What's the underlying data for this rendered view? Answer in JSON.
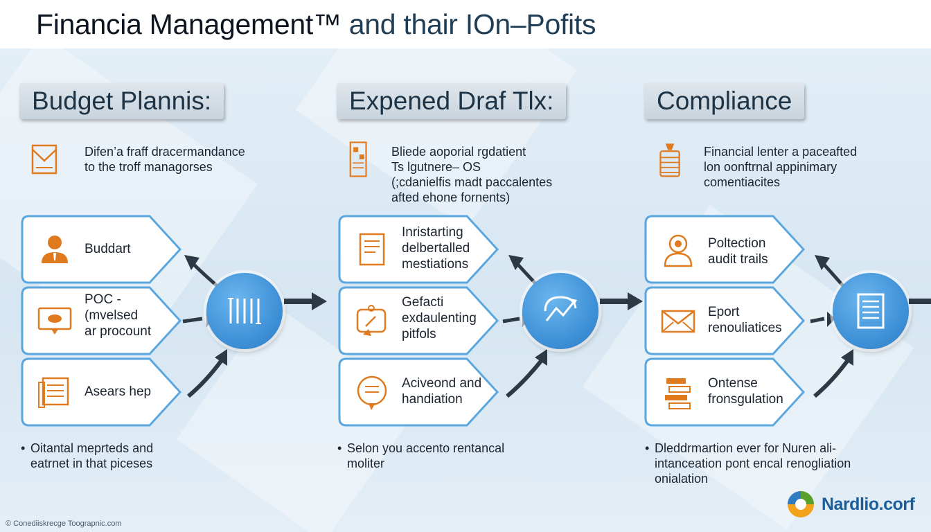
{
  "title": {
    "part1": "Financia Management™",
    "part2": " and thair IOn–Pofits"
  },
  "columns": [
    {
      "heading": "Budget Plannis:",
      "intro": [
        "Difen’a fraff dracermandance",
        "to the troff managorses"
      ],
      "cards": [
        {
          "lines": [
            "Buddart"
          ],
          "icon": "person-icon"
        },
        {
          "lines": [
            "POC -",
            "(mvelsed",
            "ar procount"
          ],
          "icon": "monitor-icon"
        },
        {
          "lines": [
            "Asears hep"
          ],
          "icon": "document-icon"
        }
      ],
      "hub_icon": "barcode-icon",
      "bullet": [
        "Oitantal meprteds and",
        "eatrnet in that piceses"
      ]
    },
    {
      "heading": "Expened Draf Tlx:",
      "intro": [
        "Bliede aoporial rgdatient",
        "Ts lgutnere– OS",
        "(;cdanielfis madt paccalentes",
        "afted ehone fornents)"
      ],
      "cards": [
        {
          "lines": [
            "Inristarting",
            "delbertalled",
            "mestiations"
          ],
          "icon": "notepad-icon"
        },
        {
          "lines": [
            "Gefacti",
            "exdaulenting",
            "pitfols"
          ],
          "icon": "clipboard-icon"
        },
        {
          "lines": [
            "Aciveond and",
            "handiation"
          ],
          "icon": "chat-bubble-icon"
        }
      ],
      "hub_icon": "chart-line-icon",
      "bullet": [
        "Selon you accento rentancal",
        "moliter"
      ]
    },
    {
      "heading": "Compliance",
      "intro": [
        "Financial lenter a paceafted",
        "lon oonftrnal appinimary",
        "comentiacites"
      ],
      "cards": [
        {
          "lines": [
            "Poltection",
            "audit trails"
          ],
          "icon": "user-badge-icon"
        },
        {
          "lines": [
            "Eport",
            "renouliatices"
          ],
          "icon": "envelope-icon"
        },
        {
          "lines": [
            "Ontense",
            "fronsgulation"
          ],
          "icon": "money-stack-icon"
        }
      ],
      "hub_icon": "report-icon",
      "bullet": [
        "Dleddrmartion ever for Nuren ali-",
        "intanceation pont encal renogliation",
        "onialation"
      ]
    }
  ],
  "footer": "Conediiskrecge Toograpnic.com",
  "logo": {
    "text": "Nardlio.corf",
    "icon": "logo-icon"
  },
  "colors": {
    "accent_orange": "#e07a1f",
    "hub_blue": "#3d8fd6",
    "card_border": "#5aa6df",
    "heading_text": "#1d3446"
  }
}
